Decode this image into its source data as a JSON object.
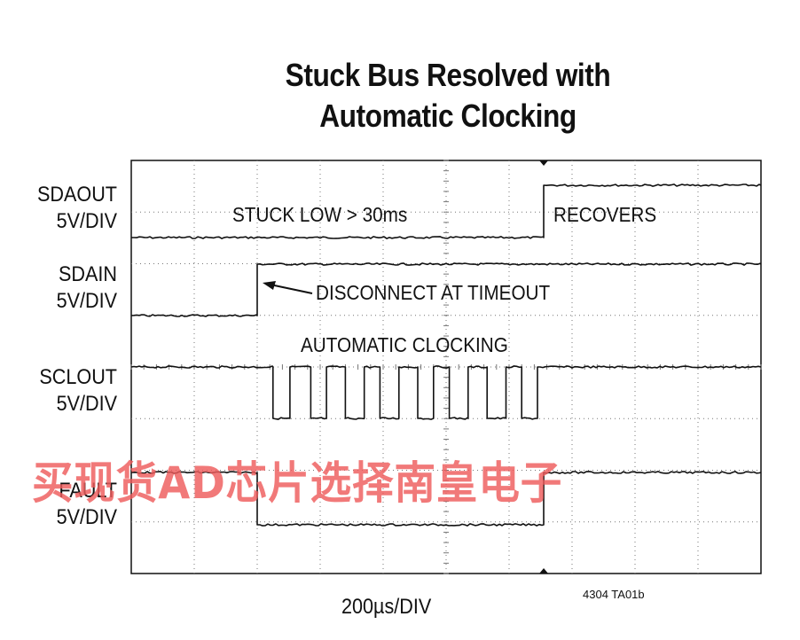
{
  "title": {
    "line1": "Stuck Bus Resolved with",
    "line2": "Automatic Clocking"
  },
  "channels": [
    {
      "name": "SDAOUT",
      "scale": "5V/DIV"
    },
    {
      "name": "SDAIN",
      "scale": "5V/DIV"
    },
    {
      "name": "SCLOUT",
      "scale": "5V/DIV"
    },
    {
      "name": "FAULT",
      "scale": "5V/DIV"
    }
  ],
  "annotations": {
    "stuck_low": "STUCK LOW > 30ms",
    "recovers": "RECOVERS",
    "disconnect": "DISCONNECT AT TIMEOUT",
    "auto_clocking": "AUTOMATIC CLOCKING"
  },
  "xscale": "200µs/DIV",
  "figure_id": "4304 TA01b",
  "watermark": "买现货AD芯片选择南皇电子",
  "chart_data": {
    "type": "line",
    "title": "Stuck Bus Resolved with Automatic Clocking",
    "xlabel": "200µs/DIV",
    "x_unit": "divisions",
    "xlim": [
      0,
      10
    ],
    "ylabel": "",
    "grid": true,
    "series": [
      {
        "name": "SDAOUT",
        "x": [
          0,
          6.55,
          10
        ],
        "y": [
          0,
          1,
          1
        ],
        "shape": "step"
      },
      {
        "name": "SDAIN",
        "x": [
          0,
          2.0,
          10
        ],
        "y": [
          0,
          1,
          1
        ],
        "shape": "step"
      },
      {
        "name": "SCLOUT",
        "shape": "step",
        "x": [
          0,
          2.25,
          2.52,
          2.85,
          3.1,
          3.4,
          3.7,
          3.95,
          4.25,
          4.55,
          4.8,
          5.05,
          5.35,
          5.65,
          5.95,
          6.2,
          6.45,
          10
        ],
        "y": [
          1,
          0,
          1,
          0,
          1,
          0,
          1,
          0,
          1,
          0,
          1,
          0,
          1,
          0,
          1,
          0,
          1,
          1
        ]
      },
      {
        "name": "FAULT",
        "x": [
          0,
          2.0,
          6.55,
          10
        ],
        "y": [
          1,
          0,
          1,
          1
        ],
        "shape": "step"
      }
    ]
  },
  "colors": {
    "trace": "#111111",
    "grid": "#777777",
    "watermark": "#ee5c5c"
  }
}
